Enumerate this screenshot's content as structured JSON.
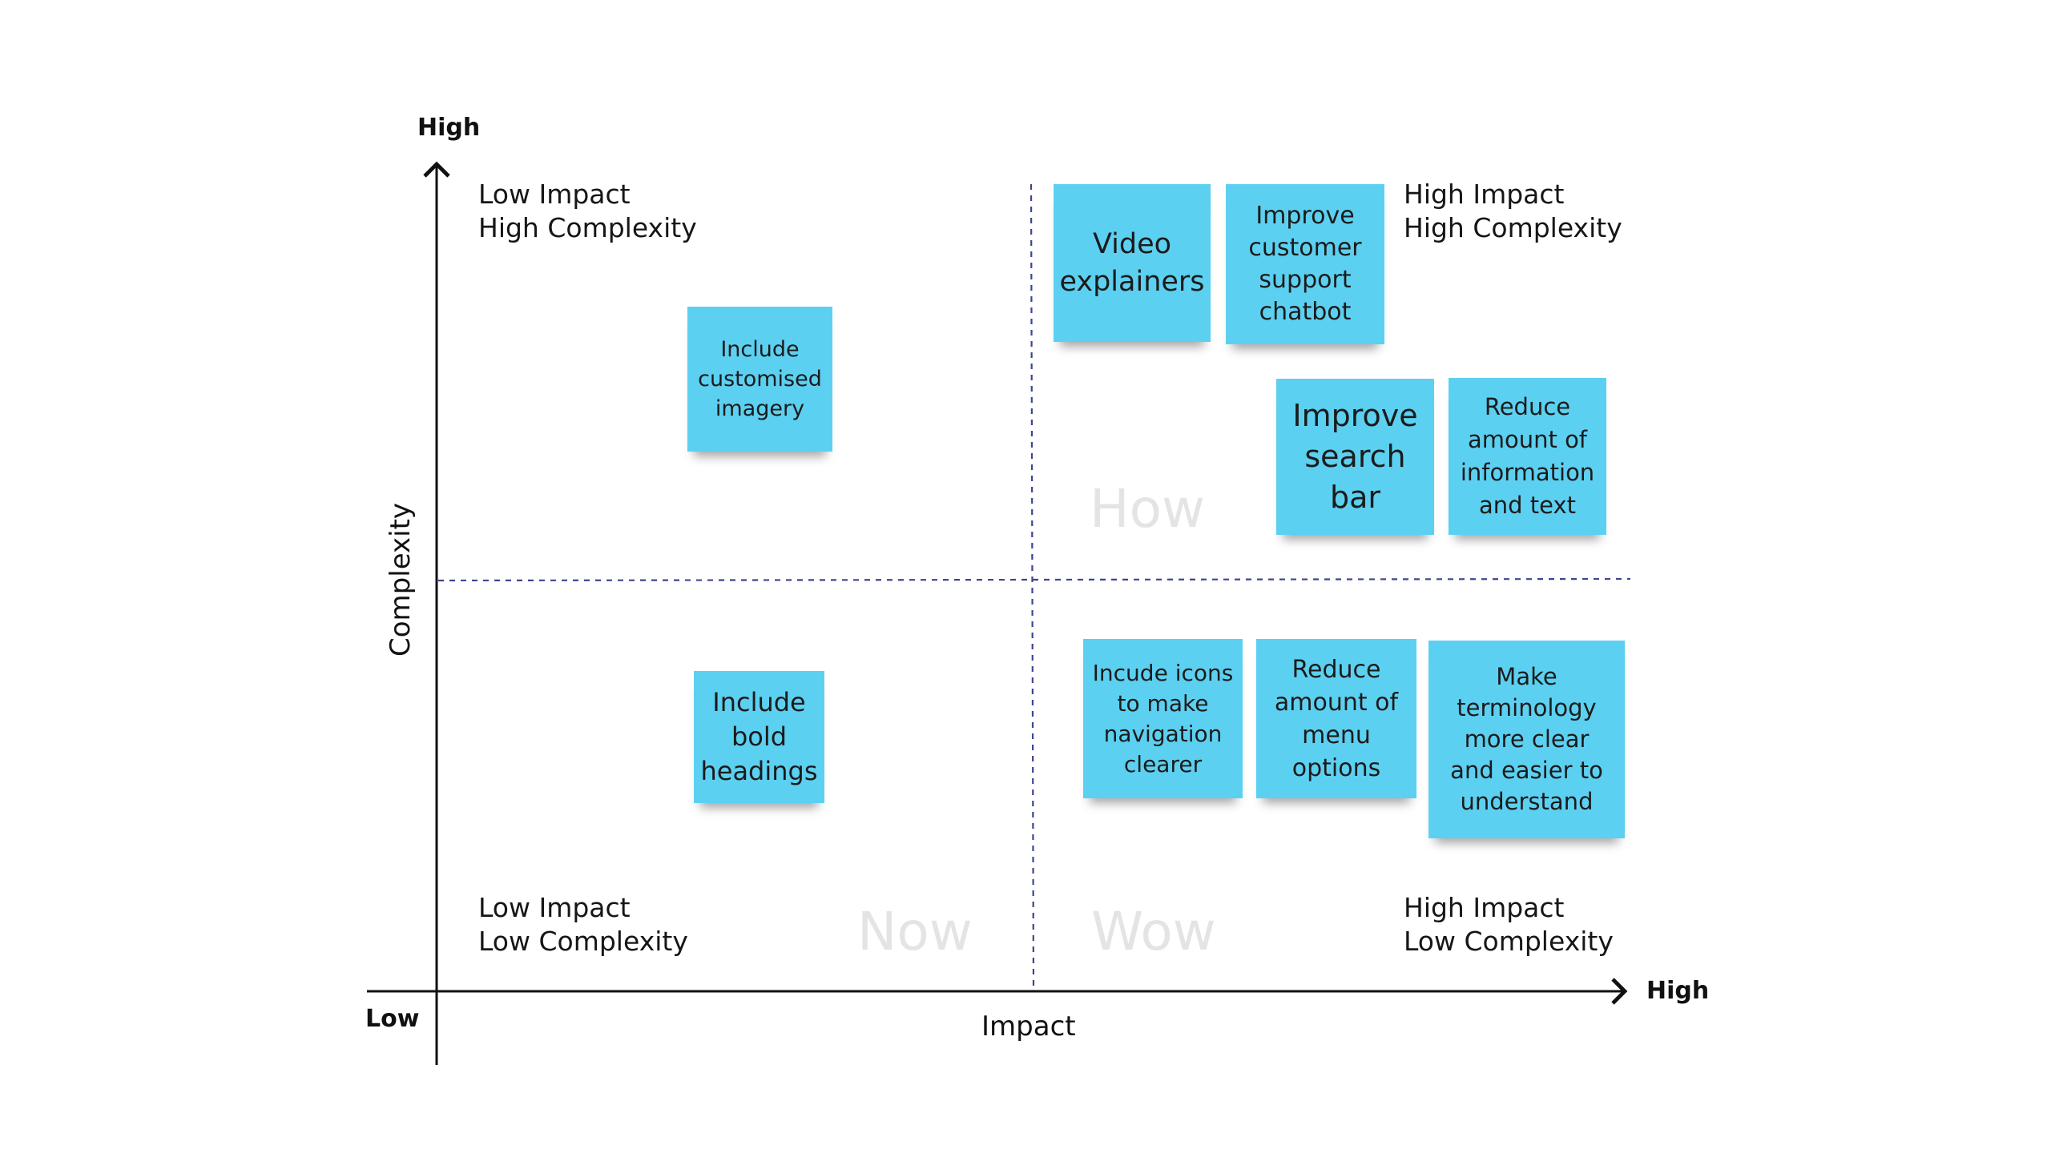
{
  "axes": {
    "y_high": "High",
    "x_high": "High",
    "origin_low": "Low",
    "x_title": "Impact",
    "y_title": "Complexity"
  },
  "quadrants": {
    "top_left": {
      "line1": "Low Impact",
      "line2": "High Complexity"
    },
    "top_right": {
      "line1": "High Impact",
      "line2": "High Complexity"
    },
    "bottom_left": {
      "line1": "Low Impact",
      "line2": "Low Complexity"
    },
    "bottom_right": {
      "line1": "High Impact",
      "line2": "Low Complexity"
    }
  },
  "watermarks": {
    "how": "How",
    "now": "Now",
    "wow": "Wow"
  },
  "stickies": {
    "video_explainers": {
      "line1": "Video",
      "line2": "explainers"
    },
    "chatbot": {
      "line1": "Improve",
      "line2": "customer",
      "line3": "support",
      "line4": "chatbot"
    },
    "customised_imagery": {
      "line1": "Include",
      "line2": "customised",
      "line3": "imagery"
    },
    "search_bar": {
      "line1": "Improve",
      "line2": "search",
      "line3": "bar"
    },
    "reduce_information": {
      "line1": "Reduce",
      "line2": "amount of",
      "line3": "information",
      "line4": "and text"
    },
    "bold_headings": {
      "line1": "Include",
      "line2": "bold",
      "line3": "headings"
    },
    "icons_navigation": {
      "line1": "Incude icons",
      "line2": "to make",
      "line3": "navigation",
      "line4": "clearer"
    },
    "menu_options": {
      "line1": "Reduce",
      "line2": "amount of",
      "line3": "menu",
      "line4": "options"
    },
    "terminology": {
      "line1": "Make",
      "line2": "terminology",
      "line3": "more clear",
      "line4": "and easier to",
      "line5": "understand"
    }
  },
  "colors": {
    "sticky": "#5cd0f1",
    "axis": "#111111",
    "divider": "#3d4690",
    "watermark": "#e4e4e4"
  }
}
